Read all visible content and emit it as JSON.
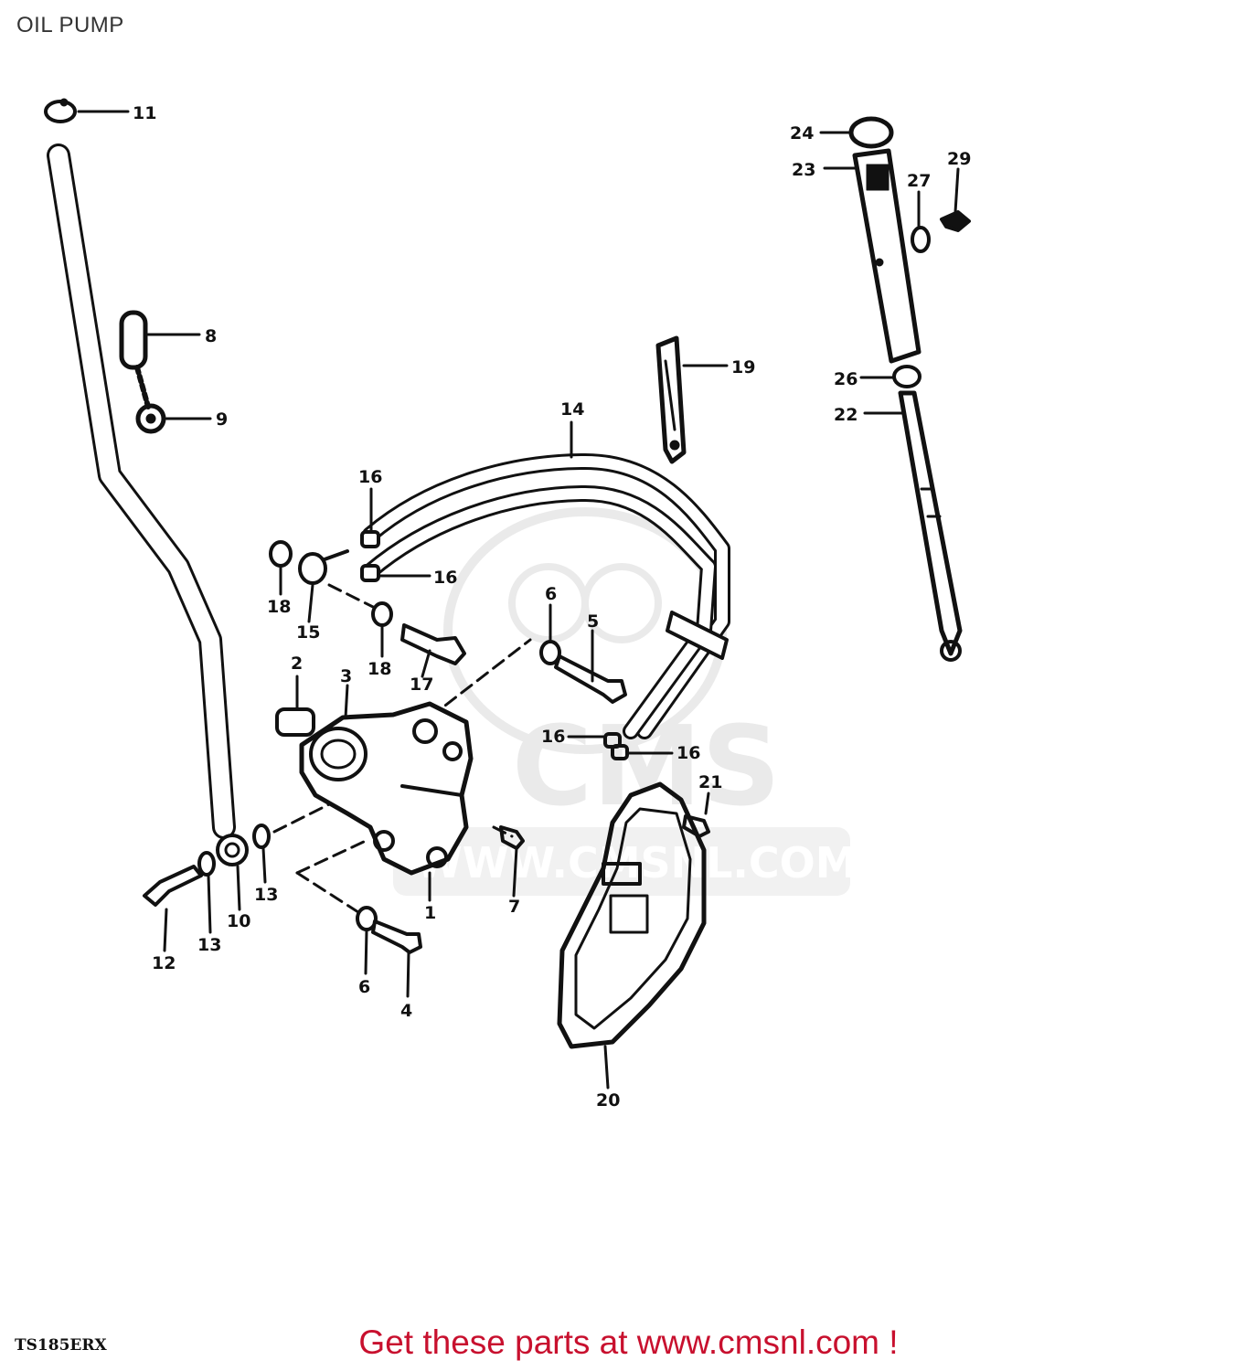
{
  "title": "OIL PUMP",
  "model_code": "TS185ERX",
  "cta_text": "Get these parts at www.cmsnl.com !",
  "watermark": {
    "brand": "CMS",
    "url": "WWW.CMSNL.COM"
  },
  "colors": {
    "cta": "#c8102e",
    "line": "#111111",
    "watermark": "#d9d9d9"
  },
  "callouts": {
    "c1": "1",
    "c2": "2",
    "c3": "3",
    "c4": "4",
    "c5": "5",
    "c6a": "6",
    "c6b": "6",
    "c7": "7",
    "c8": "8",
    "c9": "9",
    "c10": "10",
    "c11": "11",
    "c12": "12",
    "c13a": "13",
    "c13b": "13",
    "c14": "14",
    "c15": "15",
    "c16a": "16",
    "c16b": "16",
    "c16c": "16",
    "c16d": "16",
    "c17": "17",
    "c18a": "18",
    "c18b": "18",
    "c19": "19",
    "c20": "20",
    "c21": "21",
    "c22": "22",
    "c23": "23",
    "c24": "24",
    "c26": "26",
    "c27": "27",
    "c29": "29"
  }
}
